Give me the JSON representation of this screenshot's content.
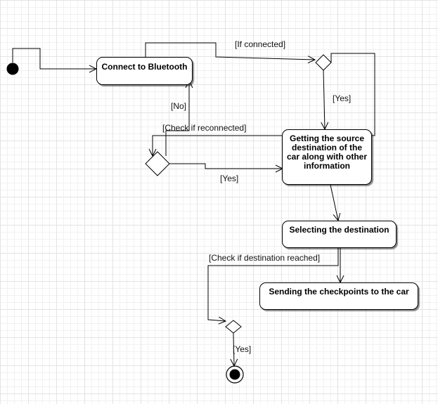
{
  "diagram": {
    "type": "uml-activity",
    "actions": {
      "connect_bluetooth": "Connect to Bluetooth",
      "get_source": "Getting the source destination of the car along with other information",
      "select_destination": "Selecting the destination",
      "send_checkpoints": "Sending the checkpoints to the car"
    },
    "guards": {
      "if_connected": "[If connected]",
      "yes_connected": "[Yes]",
      "no": "[No]",
      "check_reconnected": "[Check if reconnected]",
      "yes_reconnected": "[Yes]",
      "check_destination": "[Check if destination reached]",
      "yes_destination": "[Yes]"
    },
    "edges": [
      {
        "from": "initial",
        "to": "connect_bluetooth"
      },
      {
        "from": "connect_bluetooth",
        "to": "decision_connected",
        "guard": "if_connected"
      },
      {
        "from": "decision_connected",
        "to": "get_source",
        "guard": "yes_connected"
      },
      {
        "from": "decision_connected",
        "to": "decision_reconnected",
        "guard": "check_reconnected"
      },
      {
        "from": "decision_reconnected",
        "to": "connect_bluetooth",
        "guard": "no"
      },
      {
        "from": "decision_reconnected",
        "to": "get_source",
        "guard": "yes_reconnected"
      },
      {
        "from": "get_source",
        "to": "select_destination"
      },
      {
        "from": "select_destination",
        "to": "send_checkpoints"
      },
      {
        "from": "select_destination",
        "to": "decision_destination",
        "guard": "check_destination"
      },
      {
        "from": "decision_destination",
        "to": "final",
        "guard": "yes_destination"
      }
    ]
  }
}
